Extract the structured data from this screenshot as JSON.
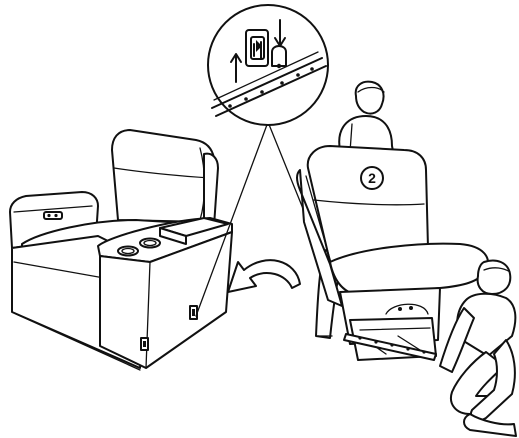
{
  "figure": {
    "step_number": "2",
    "colors": {
      "ink": "#111111",
      "paper": "#ffffff"
    },
    "icons": [
      "recliner-base-section",
      "reclining-seat-section",
      "curved-arrow-icon",
      "bracket-detail-magnifier",
      "up-arrow-icon",
      "down-arrow-icon",
      "assembler-person",
      "helper-person"
    ]
  }
}
